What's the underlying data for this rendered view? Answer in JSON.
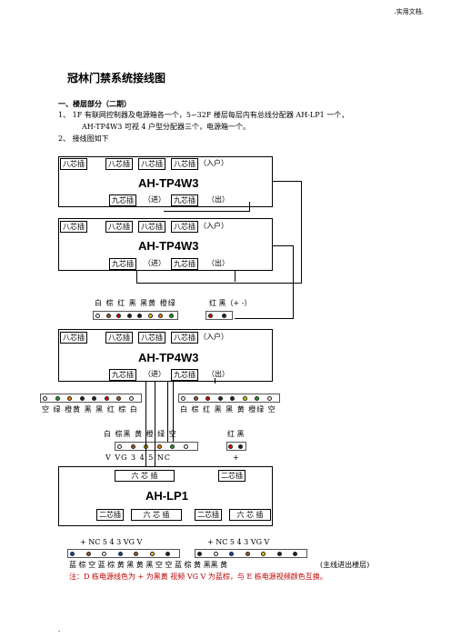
{
  "header_note": ".实用文档.",
  "title": "冠林门禁系统接线图",
  "section1_heading": "一、楼层部分（二期）",
  "item1_line1": "1、  1F 有联网控制器及电源箱各一个，5~32F 楼层每层内有总线分配器 AH-LP1 一个，",
  "item1_line2": "AH-TP4W3 可视 4 户型分配器三个，电源箱一个。",
  "item2": "2、  接线图如下",
  "tp4w3_units": [
    {
      "top_cells": [
        "八芯插",
        "八芯插",
        "八芯插",
        "八芯插"
      ],
      "in_label": "（入户）",
      "model": "AH-TP4W3",
      "bottom_in": "九芯插",
      "bottom_in_label": "（进）",
      "bottom_out": "九芯插",
      "bottom_out_label": "（出）"
    },
    {
      "top_cells": [
        "八芯插",
        "八芯插",
        "八芯插",
        "八芯插"
      ],
      "in_label": "（入户）",
      "model": "AH-TP4W3",
      "bottom_in": "九芯插",
      "bottom_in_label": "（进）",
      "bottom_out": "九芯插",
      "bottom_out_label": "（出）"
    },
    {
      "top_cells": [
        "八芯插",
        "八芯插",
        "八芯插",
        "八芯插"
      ],
      "in_label": "（入户）",
      "model": "AH-TP4W3",
      "bottom_in": "九芯插",
      "bottom_in_label": "（进）",
      "bottom_out": "九芯插",
      "bottom_out_label": "（出）"
    }
  ],
  "wire_row1_colors": "白 棕 红 黑 黑黄 橙绿",
  "wire_row1_power": "红 黑（+  -）",
  "wire_row2_left": "空 绿 橙黄 黑 黑 红 棕 白",
  "wire_row2_right": "白 棕 红 黑 黑 黄 橙绿 空",
  "wire_row3_colors": "白 棕黑 黄 橙  绿   空",
  "wire_row3_power": "红   黑",
  "wire_row3_signals": "V   VG   3   4   5   NC",
  "wire_row3_plus": "+",
  "lp1": {
    "top_left": "六    芯    插",
    "top_right": "二芯插",
    "model": "AH-LP1",
    "bottom_cells": [
      "二芯插",
      "六    芯    插",
      "二芯插",
      "六    芯    插"
    ]
  },
  "bottom_signals_left": "+    NC    5   4   3   VG   V",
  "bottom_signals_right": "+    NC    5   4   3   VG   V",
  "bottom_colors": "蓝 棕   空   蓝  棕   黄 黑 黄   黑 空   空 蓝   棕 黄 黑黑 黄",
  "bottom_note_right": "(主线进出楼层)",
  "footnote": "注：D 栋电源线色为 + 为黑黄  视频 VG   V 为蓝棕，与 E 栋电源视频颜色互换。",
  "footer_mark": "."
}
